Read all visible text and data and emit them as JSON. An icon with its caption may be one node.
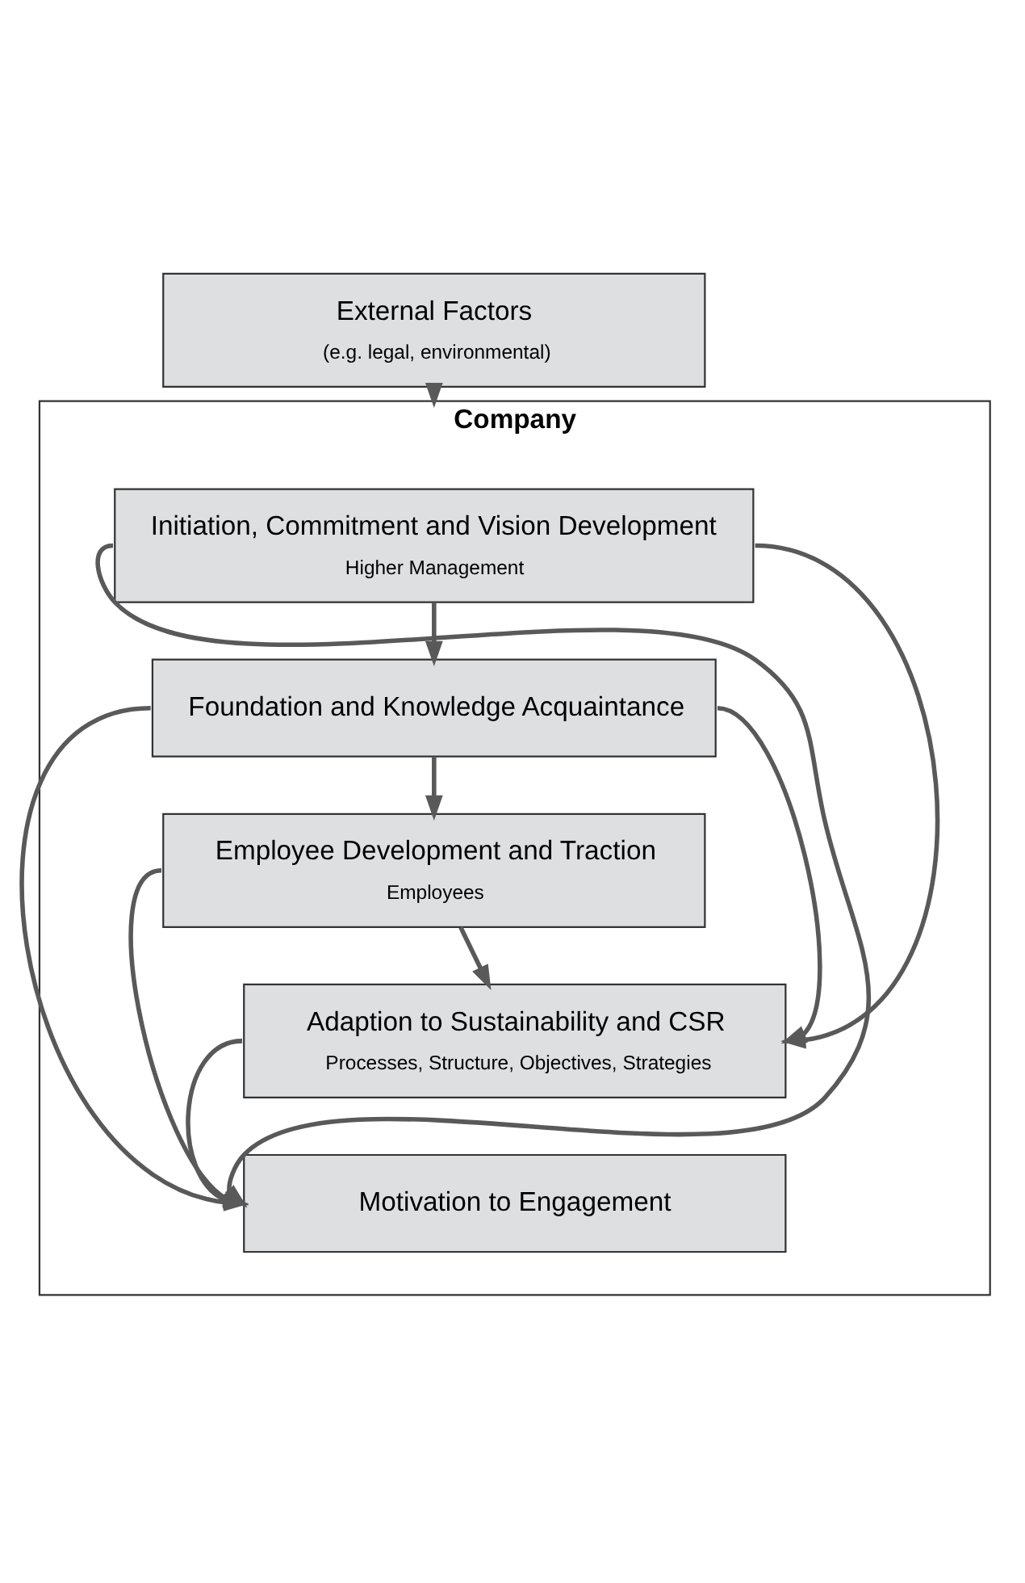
{
  "diagram": {
    "nodes": [
      {
        "text": [
          "External Factors",
          "(e.g. legal, environmental)"
        ]
      },
      {
        "text": [
          "Company"
        ]
      },
      {
        "text": [
          "Initiation, Commitment and Vision Development",
          "Higher Management"
        ],
        "in": 1
      },
      {
        "text": [
          "Foundation and Knowledge Acquaintance"
        ],
        "in": 1
      },
      {
        "text": [
          "Employee Development and Traction",
          "Employees"
        ],
        "in": 1
      },
      {
        "text": [
          "Adaption to Sustainability and CSR",
          "Processes, Structure, Objectives, Strategies"
        ],
        "in": 1
      },
      {
        "text": [
          "Motivation to Engagement"
        ],
        "in": 1
      }
    ],
    "edges": [
      {
        "from": 0,
        "to": 1,
        "arrow": "to"
      },
      {
        "from": 2,
        "to": 3,
        "arrow": "to"
      },
      {
        "from": 3,
        "to": 4,
        "arrow": "to"
      },
      {
        "from": 2,
        "to": 5,
        "arrow": "to"
      },
      {
        "from": 3,
        "to": 5,
        "arrow": "to"
      },
      {
        "from": 4,
        "to": 5,
        "arrow": "to"
      },
      {
        "from": 2,
        "to": 6,
        "arrow": "to"
      },
      {
        "from": 3,
        "to": 6,
        "arrow": "to"
      },
      {
        "from": 4,
        "to": 6,
        "arrow": "to"
      },
      {
        "from": 5,
        "to": 6,
        "arrow": "to"
      }
    ]
  }
}
